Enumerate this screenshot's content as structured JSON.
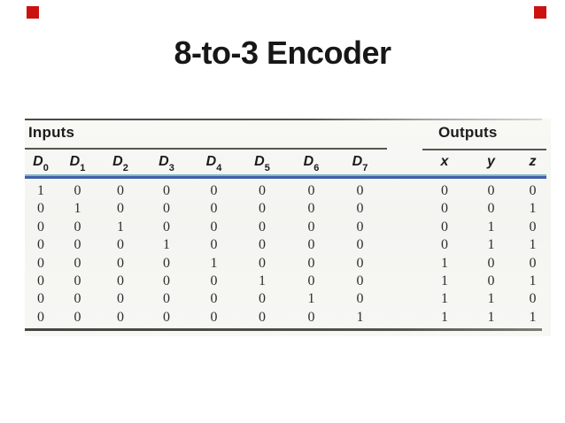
{
  "title": "8-to-3 Encoder",
  "markers": {
    "color": "#cc1111"
  },
  "table": {
    "inputs_label": "Inputs",
    "outputs_label": "Outputs",
    "input_columns": [
      {
        "base": "D",
        "sub": "0"
      },
      {
        "base": "D",
        "sub": "1"
      },
      {
        "base": "D",
        "sub": "2"
      },
      {
        "base": "D",
        "sub": "3"
      },
      {
        "base": "D",
        "sub": "4"
      },
      {
        "base": "D",
        "sub": "5"
      },
      {
        "base": "D",
        "sub": "6"
      },
      {
        "base": "D",
        "sub": "7"
      }
    ],
    "output_columns": [
      "x",
      "y",
      "z"
    ],
    "rows": [
      {
        "inputs": [
          "1",
          "0",
          "0",
          "0",
          "0",
          "0",
          "0",
          "0"
        ],
        "outputs": [
          "0",
          "0",
          "0"
        ]
      },
      {
        "inputs": [
          "0",
          "1",
          "0",
          "0",
          "0",
          "0",
          "0",
          "0"
        ],
        "outputs": [
          "0",
          "0",
          "1"
        ]
      },
      {
        "inputs": [
          "0",
          "0",
          "1",
          "0",
          "0",
          "0",
          "0",
          "0"
        ],
        "outputs": [
          "0",
          "1",
          "0"
        ]
      },
      {
        "inputs": [
          "0",
          "0",
          "0",
          "1",
          "0",
          "0",
          "0",
          "0"
        ],
        "outputs": [
          "0",
          "1",
          "1"
        ]
      },
      {
        "inputs": [
          "0",
          "0",
          "0",
          "0",
          "1",
          "0",
          "0",
          "0"
        ],
        "outputs": [
          "1",
          "0",
          "0"
        ]
      },
      {
        "inputs": [
          "0",
          "0",
          "0",
          "0",
          "0",
          "1",
          "0",
          "0"
        ],
        "outputs": [
          "1",
          "0",
          "1"
        ]
      },
      {
        "inputs": [
          "0",
          "0",
          "0",
          "0",
          "0",
          "0",
          "1",
          "0"
        ],
        "outputs": [
          "1",
          "1",
          "0"
        ]
      },
      {
        "inputs": [
          "0",
          "0",
          "0",
          "0",
          "0",
          "0",
          "0",
          "1"
        ],
        "outputs": [
          "1",
          "1",
          "1"
        ]
      }
    ]
  },
  "colors": {
    "blue_rule": "#3e5fab",
    "cyan_rule": "#82bac4",
    "marker_red": "#cc1111"
  }
}
